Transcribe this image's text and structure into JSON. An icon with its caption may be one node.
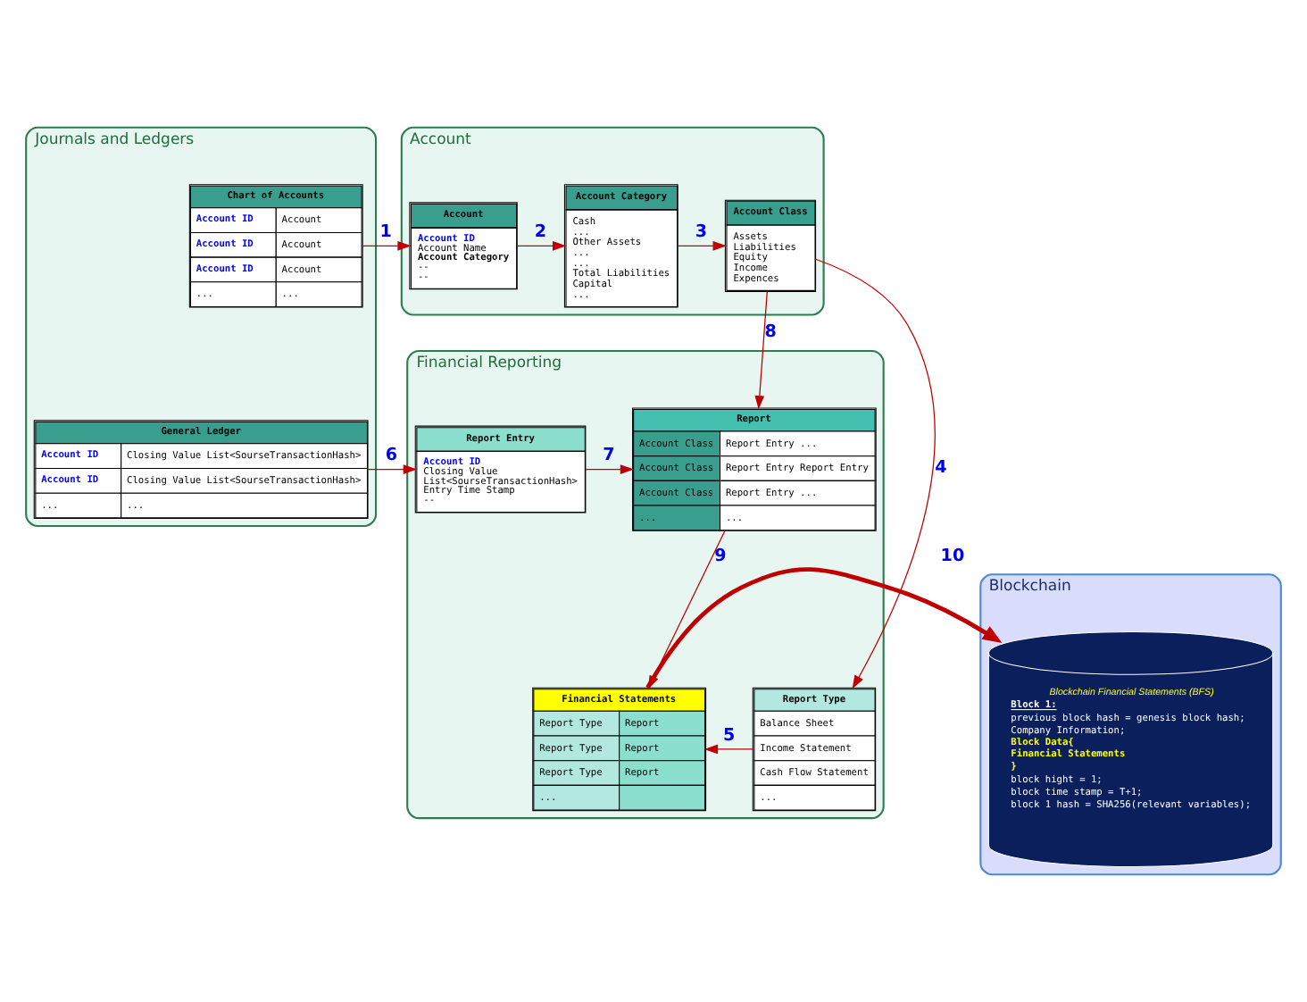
{
  "diagram": {
    "nodes": [
      {
        "text": [
          "Journals and Ledgers"
        ]
      },
      {
        "text": [
          "Chart of Accounts",
          "Account ID",
          "Account",
          "Account ID",
          "Account",
          "Account ID",
          "Account",
          "...",
          "..."
        ],
        "in": 0
      },
      {
        "text": [
          "General Ledger",
          "Account ID",
          "Closing Value List<SourseTransactionHash>",
          "Account ID",
          "Closing Value List<SourseTransactionHash>",
          "...",
          "..."
        ],
        "in": 0
      },
      {
        "text": [
          "Account"
        ]
      },
      {
        "text": [
          "Account",
          "Account ID",
          "Account Name",
          "Account Category",
          "--",
          "--"
        ],
        "in": 3
      },
      {
        "text": [
          "Account Category",
          "Cash",
          "...",
          "Other Assets",
          "...",
          "...",
          "Total Liabilities",
          "Capital",
          "..."
        ],
        "in": 3
      },
      {
        "text": [
          "Account Class",
          "Assets",
          "Liabilities",
          "Equity",
          "Income",
          "Expences"
        ],
        "in": 3
      },
      {
        "text": [
          "Financial Reporting"
        ]
      },
      {
        "text": [
          "Report Entry",
          "Account ID",
          "Closing Value",
          "List<SourseTransactionHash>",
          "Entry Time Stamp",
          "--"
        ],
        "in": 7
      },
      {
        "text": [
          "Report",
          "Account Class",
          "Report Entry ...",
          "Account Class",
          "Report Entry Report Entry",
          "Account Class",
          "Report Entry ...",
          "...",
          "..."
        ],
        "in": 7
      },
      {
        "text": [
          "Financial Statements",
          "Report Type",
          "Report",
          "Report Type",
          "Report",
          "Report Type",
          "Report",
          "..."
        ],
        "in": 7
      },
      {
        "text": [
          "Report Type",
          "Balance Sheet",
          "Income Statement",
          "Cash Flow Statement",
          "..."
        ],
        "in": 7
      },
      {
        "text": [
          "Blockchain"
        ]
      },
      {
        "text": [
          "Blockchain Financial Statements (BFS)",
          "Block 1:",
          "previous block hash = genesis block hash;",
          "Company Information;",
          "Block Data{",
          "Financial Statements",
          "}",
          "block hight = 1;",
          "block time stamp = T+1;",
          "block 1 hash = SHA256(relevant variables);"
        ],
        "in": 12
      }
    ],
    "edges": [
      {
        "from": 1,
        "to": 4,
        "arrow": "to",
        "label": "1"
      },
      {
        "from": 4,
        "to": 5,
        "arrow": "to",
        "label": "2"
      },
      {
        "from": 5,
        "to": 6,
        "arrow": "to",
        "label": "3"
      },
      {
        "from": 6,
        "to": 11,
        "arrow": "to",
        "label": "4"
      },
      {
        "from": 11,
        "to": 10,
        "arrow": "to",
        "label": "5"
      },
      {
        "from": 2,
        "to": 8,
        "arrow": "to",
        "label": "6"
      },
      {
        "from": 8,
        "to": 9,
        "arrow": "to",
        "label": "7"
      },
      {
        "from": 6,
        "to": 9,
        "arrow": "to",
        "label": "8"
      },
      {
        "from": 9,
        "to": 10,
        "arrow": "to",
        "label": "9"
      },
      {
        "from": 10,
        "to": 13,
        "arrow": "to",
        "label": "10",
        "style": "thick"
      }
    ]
  }
}
